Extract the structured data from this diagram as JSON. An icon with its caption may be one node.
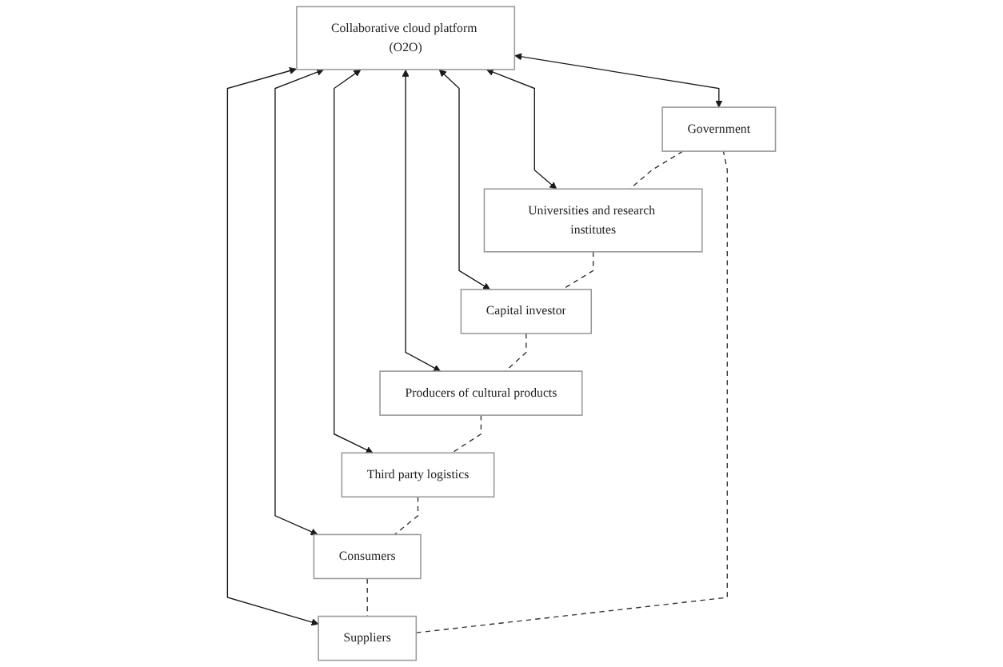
{
  "diagram": {
    "nodes": [
      {
        "text": [
          "Government"
        ]
      },
      {
        "text": [
          "Universities and research institutes"
        ]
      },
      {
        "text": [
          "Suppliers"
        ]
      },
      {
        "text": [
          "Capital investor"
        ]
      },
      {
        "text": [
          "Collaborative cloud platform (O2O)"
        ]
      },
      {
        "text": [
          "Consumers"
        ]
      },
      {
        "text": [
          "Producers of cultural products"
        ]
      },
      {
        "text": [
          "Third party logistics"
        ]
      }
    ],
    "edges": [
      {
        "from": 4,
        "to": 0,
        "arrow": "both"
      },
      {
        "from": 4,
        "to": 1,
        "arrow": "both"
      },
      {
        "from": 4,
        "to": 2,
        "arrow": "both"
      },
      {
        "from": 4,
        "to": 3,
        "arrow": "both"
      },
      {
        "from": 4,
        "to": 5,
        "arrow": "both"
      },
      {
        "from": 4,
        "to": 6,
        "arrow": "both"
      },
      {
        "from": 4,
        "to": 7,
        "arrow": "both"
      },
      {
        "from": 0,
        "to": 1,
        "arrow": "none",
        "style": "dashed"
      },
      {
        "from": 1,
        "to": 3,
        "arrow": "none",
        "style": "dashed"
      },
      {
        "from": 3,
        "to": 6,
        "arrow": "none",
        "style": "dashed"
      },
      {
        "from": 6,
        "to": 7,
        "arrow": "none",
        "style": "dashed"
      },
      {
        "from": 7,
        "to": 5,
        "arrow": "none",
        "style": "dashed"
      },
      {
        "from": 5,
        "to": 2,
        "arrow": "none",
        "style": "dashed"
      },
      {
        "from": 2,
        "to": 0,
        "arrow": "none",
        "style": "dashed"
      }
    ]
  }
}
